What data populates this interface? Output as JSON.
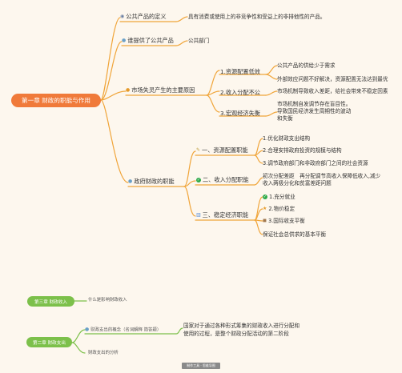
{
  "root": "第一章 财政的职能与作用",
  "branches": [
    {
      "label": "公共产品的定义",
      "note": "具有消费或使用上的非竞争性和受益上的非排他性的产品。"
    },
    {
      "label": "谁提供了公共产品",
      "note": "公共部门"
    },
    {
      "label": "市场失灵产生的主要原因",
      "children": [
        {
          "label": "1.资源配置低效",
          "items": [
            "公共产品的供给少于需求",
            "外部效应问题不好解决，资源配置无法达到最优"
          ]
        },
        {
          "label": "2.收入分配不公",
          "items": [
            "市场机制导致收入差距，给社会带来不稳定因素"
          ]
        },
        {
          "label": "3.宏观经济失衡",
          "items": [
            "市场机制自发调节存在盲目性。",
            "导致国民经济发生周期性的波动",
            "和失衡"
          ]
        }
      ]
    },
    {
      "label": "政府财政的职能",
      "children": [
        {
          "label": "一、资源配置职能",
          "items": [
            "1.优化财政支出结构",
            "2.合理安排政府投资的规模与结构",
            "3.调节政府部门和非政府部门之间的社会资源"
          ]
        },
        {
          "label": "二、收入分配职能",
          "items": [
            "初次分配差距　再分配调节高收入保障低收入,减少",
            "收入两极分化和贫富差距问题"
          ]
        },
        {
          "label": "三、稳定经济职能",
          "items": [
            "1.充分就业",
            "2.物价稳定",
            "3.国际收支平衡",
            "保证社会总供求的基本平衡"
          ]
        }
      ]
    }
  ],
  "chapters": [
    {
      "label": "第三章 财政收入",
      "items": [
        "什么是影响财政收入"
      ]
    },
    {
      "label": "第二章 财政支出",
      "items": [
        "财政支出的概念（名词解释 简答题）",
        "国家对于通过各种形式筹集的财政收入进行分配和",
        "使用的过程，是整个财政分配活动的第二阶段",
        "财政支出的分析"
      ]
    }
  ],
  "watermark": "制作工具 · 思维导图",
  "colors": {
    "root": "#f07a3a",
    "line": "#f0a53a",
    "green": "#7cc04a",
    "accent": "#e59a2b"
  }
}
